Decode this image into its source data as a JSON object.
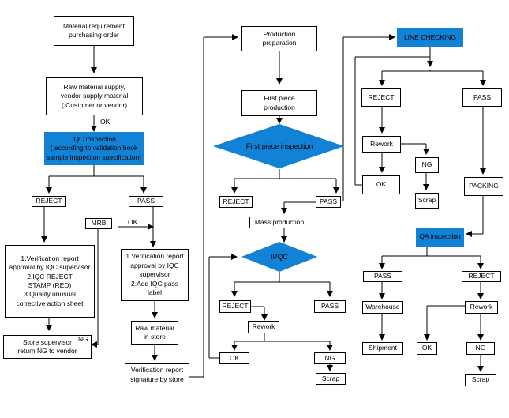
{
  "nodes": {
    "material_order": "Material requirement\npurchasing order",
    "raw_supply": "Raw material supply,\nvendor supply material\n( Customer or vendor)",
    "iqc_inspection": "IQC inspection\n( according to validation book\nsample inspection specification)",
    "iqc_reject": "REJECT",
    "iqc_pass": "PASS",
    "mrb": "MRB",
    "reject_actions": "1.Verification  report\napproval by IQC supervisor\n2.IQC REJECT\nSTAMP (RED)\n3.Quality unusual\ncorrective action sheet",
    "pass_actions": "1.Verification report\napproval by IQC\nsupervisor\n2.Add IQC pass\nlabel",
    "store_supervisor": "Store supervisor\nreturn NG to vendor",
    "raw_in_store": "Raw material\nin store",
    "verification_sig": "Verification report\nsignature by store",
    "production_prep": "Production\npreparation",
    "first_piece": "First piece\nproduction",
    "first_piece_inspection": "First piece inspection",
    "fp_reject": "REJECT",
    "fp_pass": "PASS",
    "mass_production": "Mass production",
    "ipqc": "IPQC",
    "ipqc_reject": "REJECT",
    "ipqc_pass": "PASS",
    "ipqc_rework": "Rework",
    "ipqc_ok": "OK",
    "ipqc_ng": "NG",
    "ipqc_scrap": "Scrap",
    "line_checking": "LINE CHECKING",
    "lc_reject": "REJECT",
    "lc_pass": "PASS",
    "lc_rework": "Rework",
    "lc_ok": "OK",
    "lc_ng": "NG",
    "lc_scrap": "Scrap",
    "packing": "PACKING",
    "qa_inspection": "QA inspection",
    "qa_pass": "PASS",
    "qa_reject": "REJECT",
    "warehouse": "Warehouse",
    "shipment": "Shipment",
    "qa_rework": "Rework",
    "qa_ok": "OK",
    "qa_ng": "NG",
    "qa_scrap": "Scrap"
  },
  "labels": {
    "ok_after_supply": "OK",
    "ok_mrb": "OK",
    "ng_mrb": "NG"
  },
  "colors": {
    "highlight": "#1282d6",
    "line": "#000000"
  }
}
